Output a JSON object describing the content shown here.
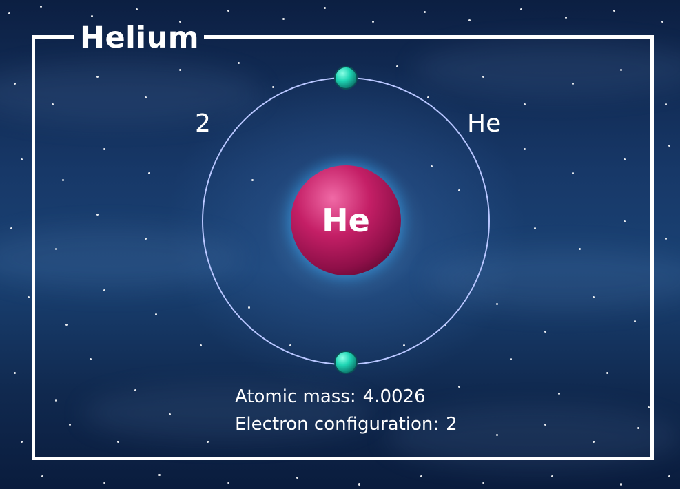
{
  "title": "Helium",
  "atomic_number": "2",
  "symbol": "He",
  "nucleus_label": "He",
  "info": {
    "atomic_mass_label": "Atomic mass:",
    "atomic_mass_value": "4.0026",
    "electron_configuration_label": "Electron configuration:",
    "electron_configuration_value": "2"
  },
  "colors": {
    "nucleus": "#b8195a",
    "electron": "#1fd6b4",
    "orbit": "#b8c6ff",
    "frame": "#ffffff",
    "glow": "#7fe7ff"
  }
}
